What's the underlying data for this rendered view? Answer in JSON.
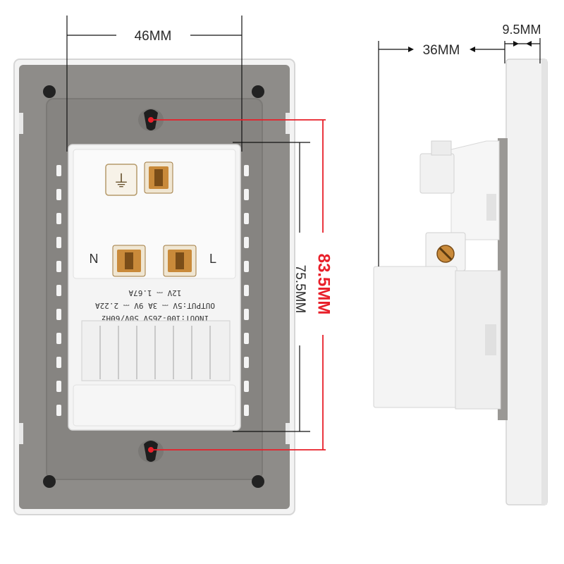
{
  "dimensions": {
    "width_front": "46MM",
    "depth": "36MM",
    "plate_thickness": "9.5MM",
    "module_height": "75.5MM",
    "mount_spacing": "83.5MM"
  },
  "socket_labels": {
    "neutral": "N",
    "live": "L",
    "earth_symbol": "⏚"
  },
  "spec_lines": {
    "input": "INOUT:100-265V 50V/60Hz",
    "output_1": "OUTPUT:5V ⎓ 3A 9V ⎓ 2.22A",
    "output_2": "12V ⎓ 1.67A"
  },
  "colors": {
    "plate_gray": "#8e8c89",
    "module_white": "#f4f4f4",
    "accent_red": "#e8202a",
    "terminal_copper": "#c98a3a",
    "dimension_line": "#111111"
  }
}
